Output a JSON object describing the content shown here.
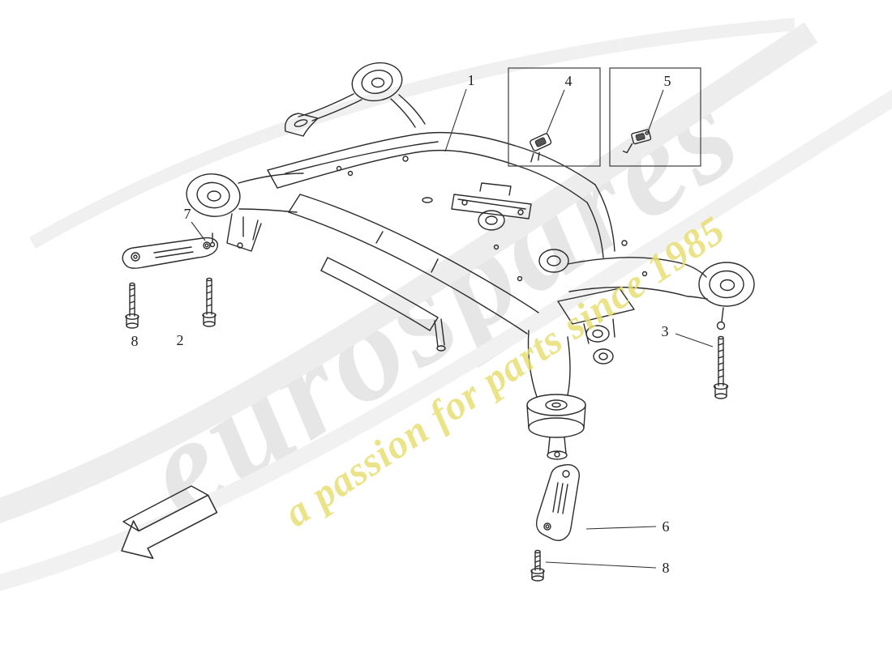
{
  "watermark": {
    "brand": "eurospares",
    "tagline": "a passion for parts since 1985",
    "brand_color": "#d7d7d7",
    "tagline_color": "#e7de6e"
  },
  "diagram": {
    "line_color": "#2b2b2b",
    "background_color": "#ffffff"
  },
  "callouts": [
    {
      "label": "1"
    },
    {
      "label": "2"
    },
    {
      "label": "3"
    },
    {
      "label": "4"
    },
    {
      "label": "5"
    },
    {
      "label": "6"
    },
    {
      "label": "7"
    },
    {
      "label": "8"
    },
    {
      "label": "8"
    }
  ]
}
